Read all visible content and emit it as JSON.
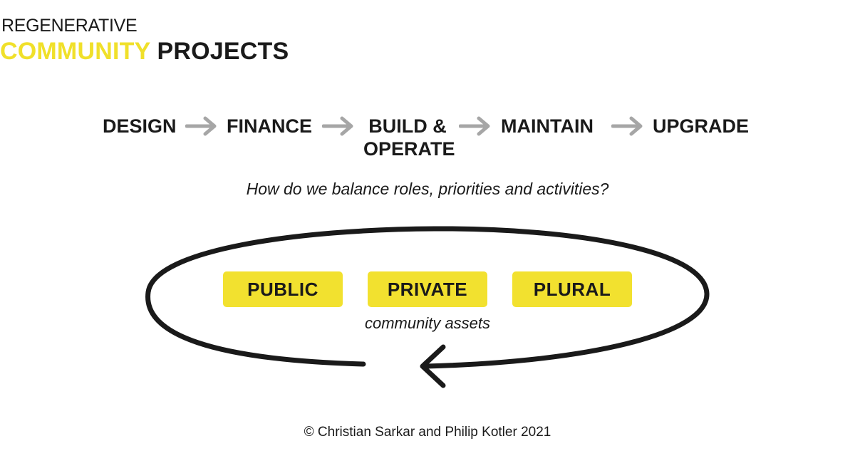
{
  "header": {
    "line1": "REGENERATIVE",
    "line2_accent": "COMMUNITY",
    "line2_dark": "PROJECTS"
  },
  "flow": {
    "steps": [
      "DESIGN",
      "FINANCE",
      "BUILD &",
      "OPERATE",
      "MAINTAIN",
      "UPGRADE"
    ]
  },
  "question": "How do we balance roles, priorities and activities?",
  "cycle": {
    "pills": [
      "PUBLIC",
      "PRIVATE",
      "PLURAL"
    ],
    "caption": "community assets"
  },
  "footer": {
    "copyright": "© Christian Sarkar and Philip Kotler 2021"
  },
  "colors": {
    "accent": "#f2e12f",
    "text": "#1a1a1a",
    "arrow": "#a6a6a6"
  }
}
